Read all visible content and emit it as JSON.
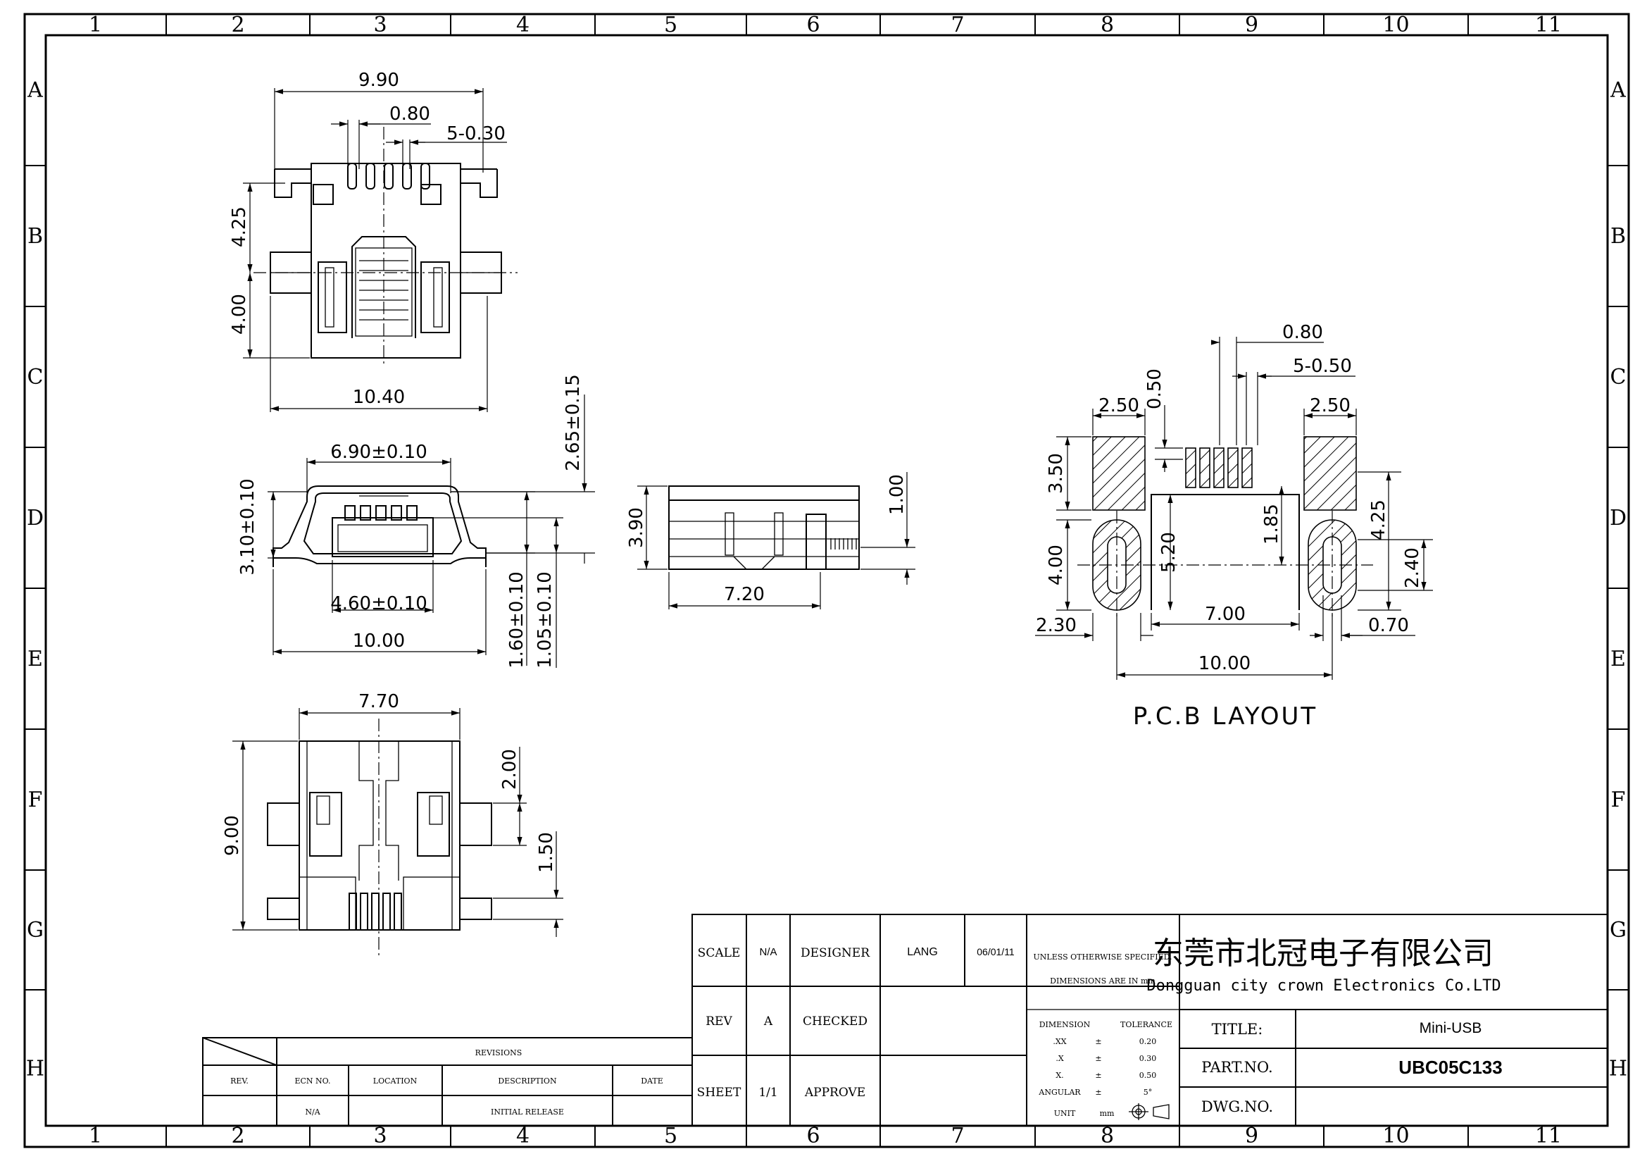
{
  "zones": {
    "columns": [
      "1",
      "2",
      "3",
      "4",
      "5",
      "6",
      "7",
      "8",
      "9",
      "10",
      "11"
    ],
    "rows": [
      "A",
      "B",
      "C",
      "D",
      "E",
      "F",
      "G",
      "H"
    ]
  },
  "dims": {
    "top": {
      "w990": "9.90",
      "p080": "0.80",
      "p530": "5-0.30",
      "h425": "4.25",
      "h400": "4.00",
      "w1040": "10.40"
    },
    "front": {
      "w690": "6.90±0.10",
      "h265": "2.65±0.15",
      "h310": "3.10±0.10",
      "w460": "4.60±0.10",
      "w1000": "10.00",
      "h160": "1.60±0.10",
      "h105": "1.05±0.10"
    },
    "side": {
      "h390": "3.90",
      "h100": "1.00",
      "w720": "7.20"
    },
    "bottom": {
      "w770": "7.70",
      "h900": "9.00",
      "h200": "2.00",
      "h150": "1.50"
    },
    "pcb": {
      "p080": "0.80",
      "p550": "5-0.50",
      "w250a": "2.50",
      "h050": "0.50",
      "w250b": "2.50",
      "h350": "3.50",
      "h185": "1.85",
      "h425": "4.25",
      "h400": "4.00",
      "h520": "5.20",
      "h240": "2.40",
      "w230": "2.30",
      "w700": "7.00",
      "w070": "0.70",
      "w1000": "10.00",
      "title": "P.C.B LAYOUT"
    }
  },
  "title_block": {
    "scale_label": "SCALE",
    "scale_value": "N/A",
    "designer_label": "DESIGNER",
    "designer_value": "LANG",
    "date_value": "06/01/11",
    "rev_label": "REV",
    "rev_value": "A",
    "checked_label": "CHECKED",
    "sheet_label": "SHEET",
    "sheet_value": "1/1",
    "approve_label": "APPROVE",
    "unless_1": "UNLESS OTHERWISE SPECIFIED.",
    "unless_2": "DIMENSIONS ARE IN mm",
    "dimension_label": "DIMENSION",
    "tolerance_label": "TOLERANCE",
    "tol_rows": [
      {
        "dim": ".XX",
        "pm": "±",
        "val": "0.20"
      },
      {
        "dim": ".X",
        "pm": "±",
        "val": "0.30"
      },
      {
        "dim": "X.",
        "pm": "±",
        "val": "0.50"
      },
      {
        "dim": "ANGULAR",
        "pm": "±",
        "val": "5°"
      }
    ],
    "unit_label": "UNIT",
    "unit_value": "mm",
    "company_cn": "东莞市北冠电子有限公司",
    "company_en": "Dongguan city crown Electronics Co.LTD",
    "title_label": "TITLE:",
    "title_value": "Mini-USB",
    "part_label": "PART.NO.",
    "part_value": "UBC05C133",
    "dwg_label": "DWG.NO.",
    "dwg_value": ""
  },
  "revisions": {
    "header": "REVISIONS",
    "col_rev": "REV.",
    "col_ecn": "ECN NO.",
    "col_location": "LOCATION",
    "col_description": "DESCRIPTION",
    "col_date": "DATE",
    "row_ecn": "N/A",
    "row_description": "INITIAL RELEASE"
  }
}
